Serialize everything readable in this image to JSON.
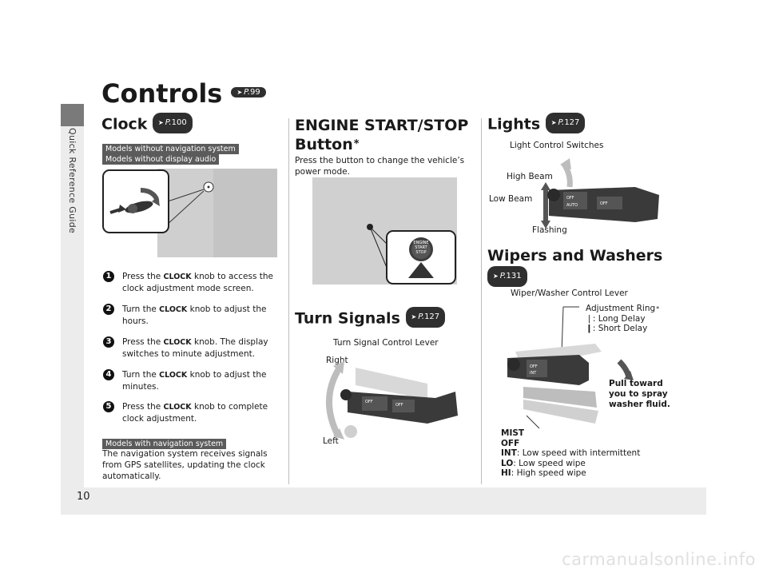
{
  "page": {
    "number": "10",
    "side_label": "Quick Reference Guide",
    "watermark": "carmanualsonline.info"
  },
  "controls": {
    "title": "Controls",
    "ref": "99"
  },
  "clock": {
    "title": "Clock",
    "ref": "100",
    "tag_no_nav": "Models without navigation system",
    "tag_no_audio": "Models without display audio",
    "steps": [
      {
        "num": "1",
        "pre": "Press the ",
        "key": "CLOCK",
        "post": " knob to access the clock adjustment mode screen."
      },
      {
        "num": "2",
        "pre": "Turn the ",
        "key": "CLOCK",
        "post": " knob to adjust the hours."
      },
      {
        "num": "3",
        "pre": "Press the ",
        "key": "CLOCK",
        "post": " knob. The display switches to minute adjustment."
      },
      {
        "num": "4",
        "pre": "Turn the ",
        "key": "CLOCK",
        "post": " knob to adjust the minutes."
      },
      {
        "num": "5",
        "pre": "Press the ",
        "key": "CLOCK",
        "post": " knob to complete clock adjustment."
      }
    ],
    "tag_nav": "Models with navigation system",
    "nav_text": "The navigation system receives signals from GPS satellites, updating the clock automatically."
  },
  "engine": {
    "title_line1": "ENGINE START/STOP",
    "title_line2": "Button",
    "star": "*",
    "text": "Press the button to change the vehicle’s power mode.",
    "button_text": [
      "ENGINE",
      "START",
      "STOP"
    ]
  },
  "turn": {
    "title": "Turn Signals",
    "ref": "127",
    "lever_label": "Turn Signal Control Lever",
    "right": "Right",
    "left": "Left"
  },
  "lights": {
    "title": "Lights",
    "ref": "127",
    "switches_label": "Light Control Switches",
    "high_beam": "High Beam",
    "low_beam": "Low Beam",
    "flashing": "Flashing"
  },
  "wipers": {
    "title": "Wipers and Washers",
    "ref": "131",
    "lever_label": "Wiper/Washer Control Lever",
    "adjustment_ring": "Adjustment Ring",
    "star": "*",
    "long_delay": ": Long Delay",
    "short_delay": ": Short Delay",
    "pull_line1": "Pull toward",
    "pull_line2": "you to spray",
    "pull_line3": "washer fluid.",
    "modes": [
      {
        "key": "MIST",
        "desc": ""
      },
      {
        "key": "OFF",
        "desc": ""
      },
      {
        "key": "INT",
        "desc": ": Low speed with intermittent"
      },
      {
        "key": "LO",
        "desc": ": Low speed wipe"
      },
      {
        "key": "HI",
        "desc": ": High speed wipe"
      }
    ]
  },
  "colors": {
    "accent_dark": "#2f2f2f",
    "tag_gray": "#5b5b5b",
    "photo_gray": "#d0d0d0"
  }
}
